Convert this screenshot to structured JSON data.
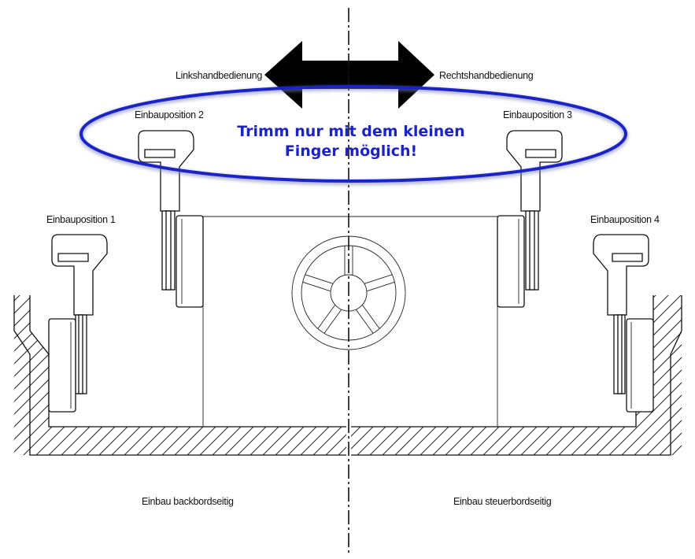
{
  "labels": {
    "left_hand": "Linkshandbedienung",
    "right_hand": "Rechtshandbedienung",
    "pos1": "Einbauposition 1",
    "pos2": "Einbauposition 2",
    "pos3": "Einbauposition 3",
    "pos4": "Einbauposition 4",
    "port": "Einbau backbordseitig",
    "starboard": "Einbau steuerbordseitig"
  },
  "note": {
    "line1": "Trimm nur mit dem kleinen",
    "line2": "Finger möglich!"
  },
  "colors": {
    "ellipse": "#1a23c8",
    "note_text": "#1a23c8",
    "arrow": "#000000",
    "lines": "#111111"
  }
}
